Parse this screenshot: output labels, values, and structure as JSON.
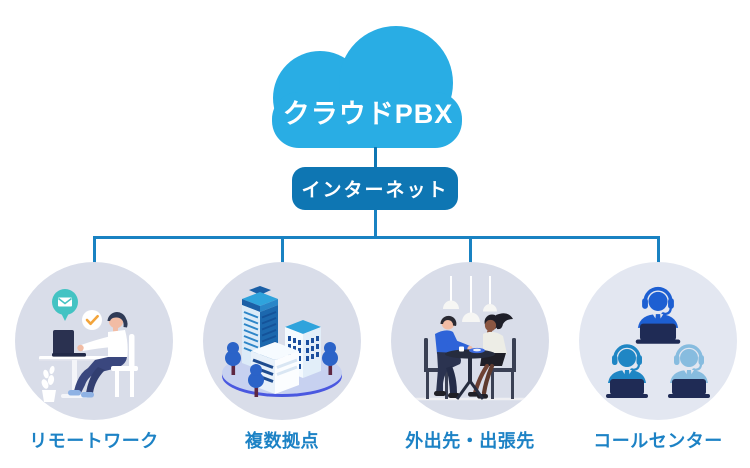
{
  "diagram_title": "クラウドPBX",
  "internet_label": "インターネット",
  "nodes": [
    {
      "id": "remote-work",
      "label": "リモートワーク"
    },
    {
      "id": "multi-site",
      "label": "複数拠点"
    },
    {
      "id": "on-the-go",
      "label": "外出先・出張先"
    },
    {
      "id": "call-center",
      "label": "コールセンター"
    }
  ],
  "colors": {
    "cloud": "#29ADE4",
    "internet_box": "#0E76B3",
    "connector_line": "#1982C2",
    "node_label": "#1C82C5",
    "node_circle_bg": "#D9DDE9",
    "node_circle_bg_light": "#E3E7F1",
    "accent_navy": "#1F2B55"
  },
  "icons": {
    "cloud-shape": "cloud silhouette",
    "mail-bubble-icon": "teal speech bubble with envelope",
    "check-bubble-icon": "white bubble with orange checkmark",
    "laptop-icon": "dark navy laptop",
    "desk": "white work desk",
    "office-chair": "white chair",
    "plant": "potted plant",
    "building-icon": "isometric office buildings on platform",
    "tree-icon": "blue round tree",
    "pendant-lamp-icon": "hanging cafe lamp",
    "cafe-table": "round pedestal table",
    "operator-headset-icon": "call operator with headset at laptop"
  }
}
